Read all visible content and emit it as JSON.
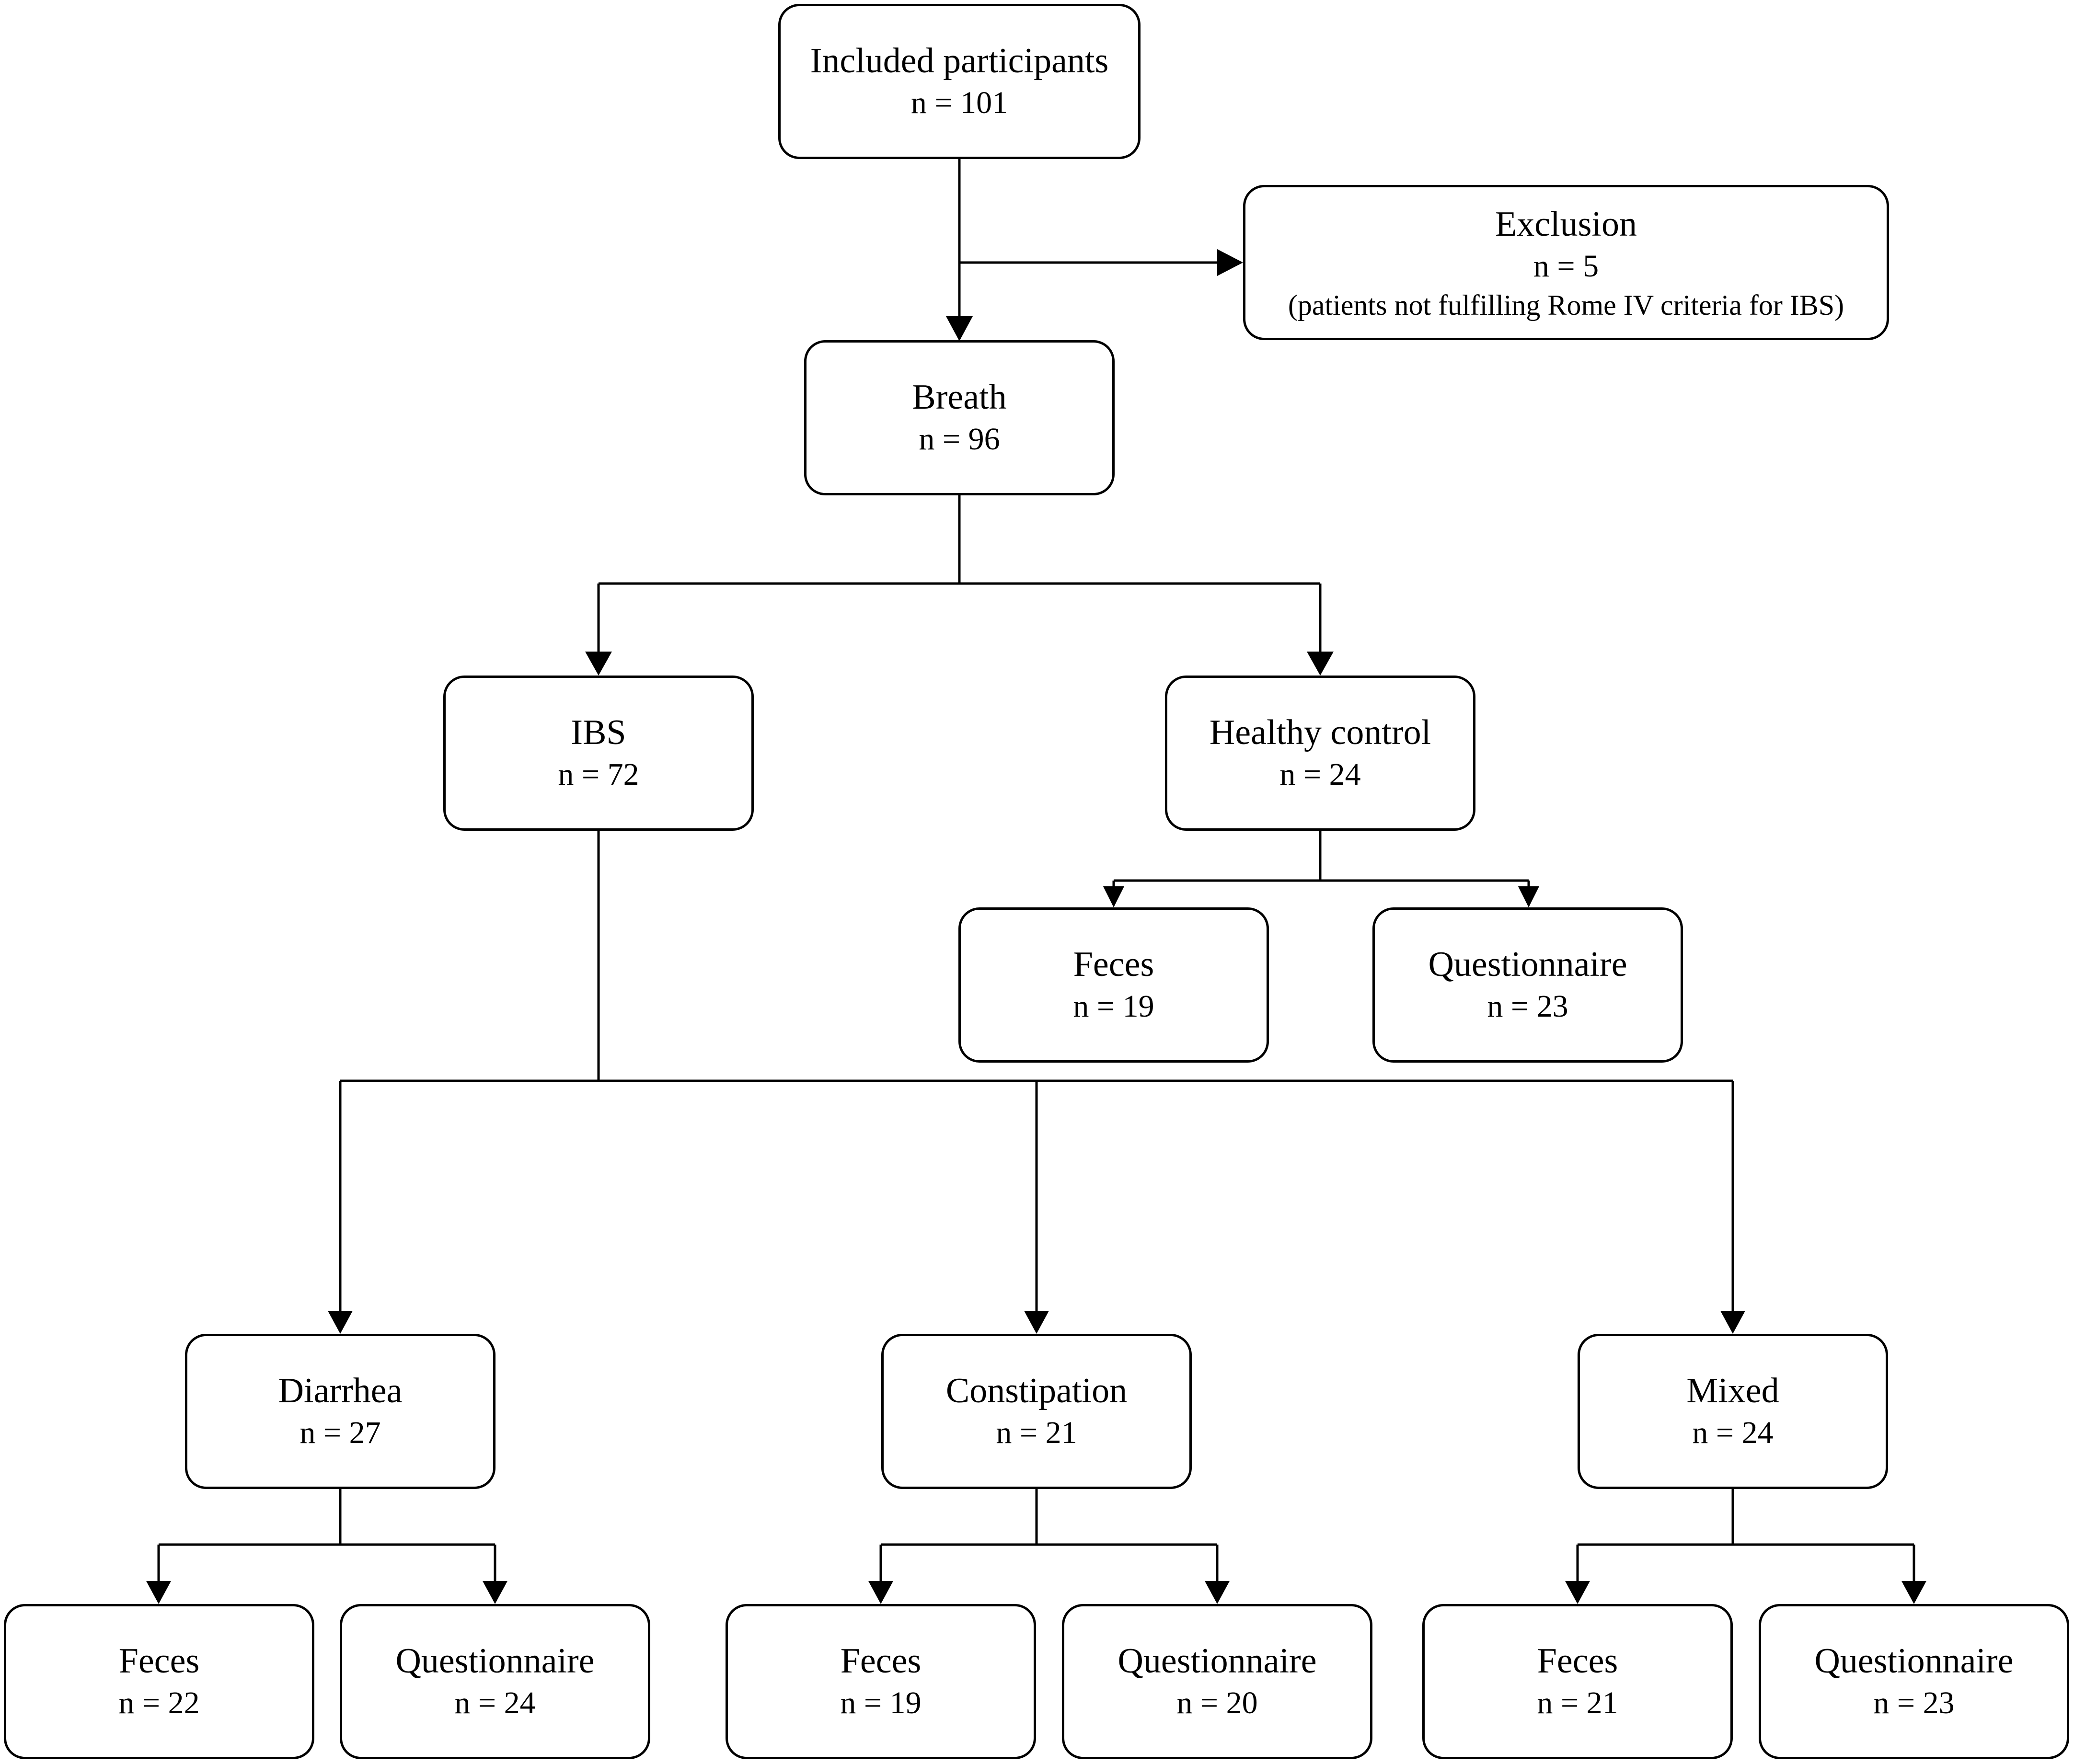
{
  "nodes": {
    "included": {
      "label": "Included participants",
      "count": "n = 101"
    },
    "exclusion": {
      "label": "Exclusion",
      "count": "n = 5",
      "note": "(patients not fulfilling Rome IV criteria for IBS)"
    },
    "breath": {
      "label": "Breath",
      "count": "n = 96"
    },
    "ibs": {
      "label": "IBS",
      "count": "n = 72"
    },
    "healthy": {
      "label": "Healthy control",
      "count": "n = 24"
    },
    "hc_feces": {
      "label": "Feces",
      "count": "n = 19"
    },
    "hc_questionnaire": {
      "label": "Questionnaire",
      "count": "n = 23"
    },
    "diarrhea": {
      "label": "Diarrhea",
      "count": "n = 27"
    },
    "constipation": {
      "label": "Constipation",
      "count": "n = 21"
    },
    "mixed": {
      "label": "Mixed",
      "count": "n = 24"
    },
    "d_feces": {
      "label": "Feces",
      "count": "n = 22"
    },
    "d_questionnaire": {
      "label": "Questionnaire",
      "count": "n = 24"
    },
    "c_feces": {
      "label": "Feces",
      "count": "n = 19"
    },
    "c_questionnaire": {
      "label": "Questionnaire",
      "count": "n = 20"
    },
    "m_feces": {
      "label": "Feces",
      "count": "n = 21"
    },
    "m_questionnaire": {
      "label": "Questionnaire",
      "count": "n = 23"
    }
  }
}
